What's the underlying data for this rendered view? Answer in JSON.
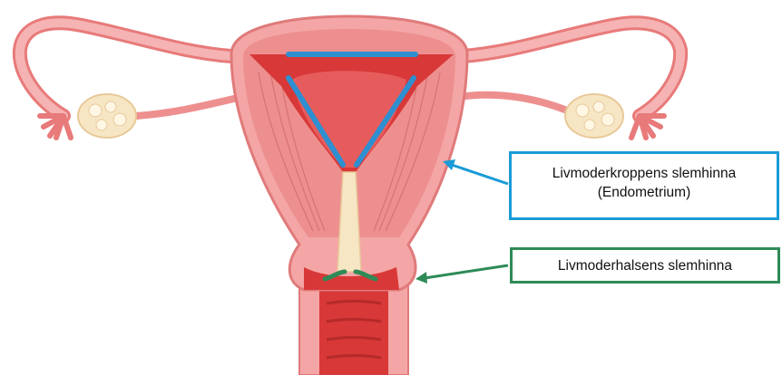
{
  "labels": {
    "endometrium": {
      "line1": "Livmoderkroppens slemhinna",
      "line2": "(Endometrium)",
      "border_color": "#1a9bd7"
    },
    "cervix_mucosa": {
      "text": "Livmoderhalsens slemhinna",
      "border_color": "#2e8b57"
    }
  },
  "colors": {
    "uterus_outer": "#f4a6a6",
    "uterus_wall": "#ee8f8f",
    "cavity": "#d83838",
    "endometrium_line": "#2e8fd1",
    "cervix_line": "#2e8b57",
    "ovary": "#f7e6c4"
  }
}
